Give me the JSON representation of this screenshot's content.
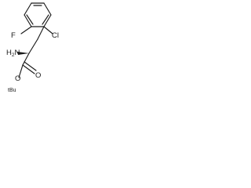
{
  "structure": {
    "atoms": {
      "fluorine": "F",
      "chlorine": "Cl",
      "amine": "H",
      "amine_subscript": "2",
      "amine_n": "N",
      "carbonyl_oxygen": "O",
      "ester_oxygen": "O",
      "ester_group": "tBu"
    }
  }
}
